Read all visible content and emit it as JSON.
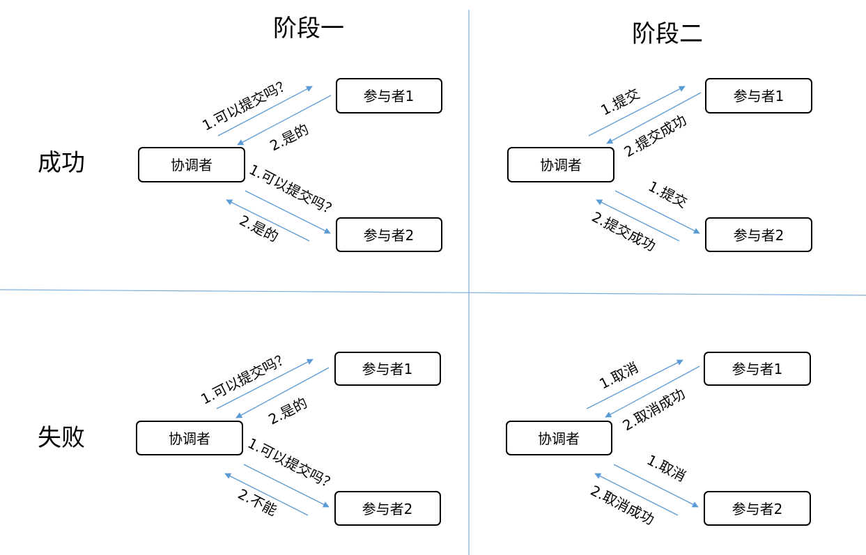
{
  "headers": {
    "phase1": "阶段一",
    "phase2": "阶段二"
  },
  "rows": {
    "success": "成功",
    "failure": "失败"
  },
  "nodes": {
    "coordinator": "协调者",
    "participant1": "参与者1",
    "participant2": "参与者2"
  },
  "messages": {
    "q1": {
      "request": "1.可以提交吗？",
      "reply": "2.是的"
    },
    "q1b": {
      "request": "1.可以提交吗？",
      "reply": "2.是的"
    },
    "q2": {
      "request": "1.提交",
      "reply": "2.提交成功"
    },
    "q2b": {
      "request": "1.提交",
      "reply": "2.提交成功"
    },
    "q3": {
      "request": "1.可以提交吗？",
      "reply": "2.是的"
    },
    "q3b": {
      "request": "1.可以提交吗？",
      "reply": "2.不能"
    },
    "q4": {
      "request": "1.取消",
      "reply": "2.取消成功"
    },
    "q4b": {
      "request": "1.取消",
      "reply": "2.取消成功"
    }
  },
  "colors": {
    "arrow": "#5b9bd5",
    "divider": "#7aaedc",
    "box_border": "#000000"
  }
}
